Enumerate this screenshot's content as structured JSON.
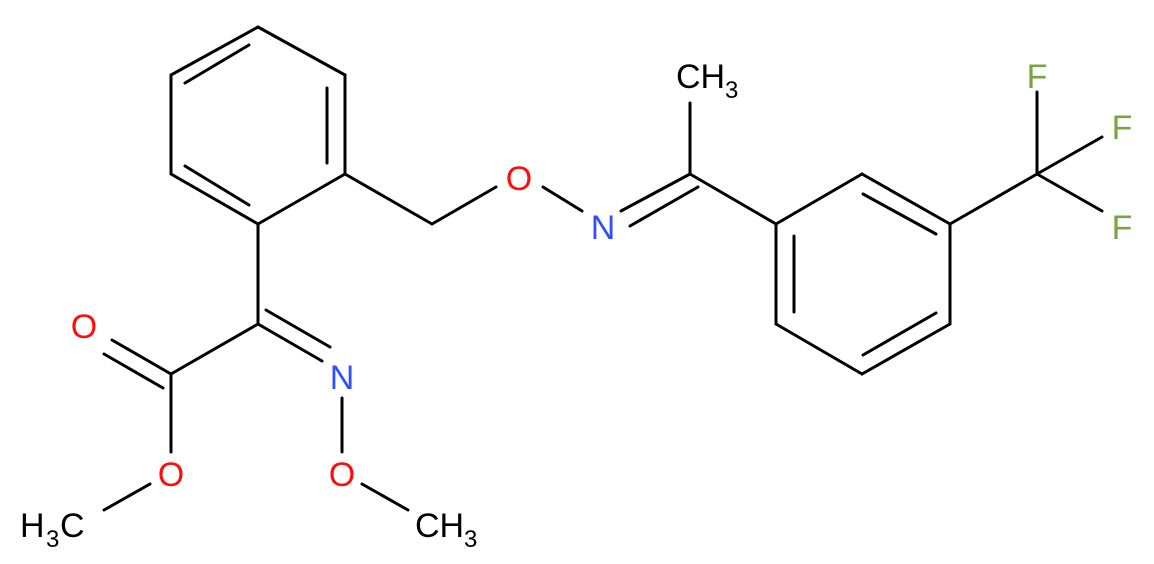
{
  "colors": {
    "bond": "#000000",
    "carbon": "#000000",
    "oxygen": "#ff0d0d",
    "nitrogen": "#3050f8",
    "fluorine": "#78a542"
  },
  "atoms": {
    "o_carbonyl": {
      "text": "O",
      "element": "oxygen"
    },
    "o_ester": {
      "text": "O",
      "element": "oxygen"
    },
    "ch3_ester_H": {
      "text": "H",
      "element": "carbon"
    },
    "ch3_ester_sub": {
      "text": "3",
      "element": "carbon"
    },
    "ch3_ester_C": {
      "text": "C",
      "element": "carbon"
    },
    "n_oxime1": {
      "text": "N",
      "element": "nitrogen"
    },
    "o_methoxy": {
      "text": "O",
      "element": "oxygen"
    },
    "ch3_methoxy_C": {
      "text": "CH",
      "element": "carbon"
    },
    "ch3_methoxy_sub": {
      "text": "3",
      "element": "carbon"
    },
    "o_oxime2": {
      "text": "O",
      "element": "oxygen"
    },
    "n_oxime2": {
      "text": "N",
      "element": "nitrogen"
    },
    "ch3_top_C": {
      "text": "CH",
      "element": "carbon"
    },
    "ch3_top_sub": {
      "text": "3",
      "element": "carbon"
    },
    "f1": {
      "text": "F",
      "element": "fluorine"
    },
    "f2": {
      "text": "F",
      "element": "fluorine"
    },
    "f3": {
      "text": "F",
      "element": "fluorine"
    }
  }
}
